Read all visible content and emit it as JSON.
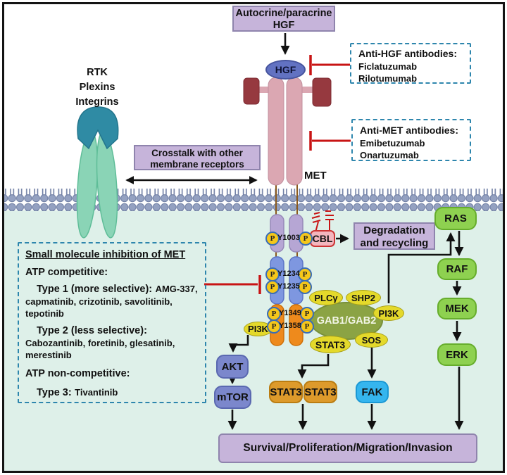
{
  "colors": {
    "cytoplasm_bg": "#def0e9",
    "membrane_lipid": "#94a1c1",
    "purple_box": "#c6b4da",
    "dashed_border_teal": "#2e86ad",
    "inhibition_red": "#c81414",
    "met_receptor_pink": "#dba7b2",
    "sema_domain_dark_red": "#96393f",
    "hgf_blue": "#6272c2",
    "juxtamembrane_lavender": "#b6a6d4",
    "kinase_blue": "#7e97e0",
    "docking_orange": "#ee8a1c",
    "phospho_yellow": "#f5c71a",
    "phospho_ring_blue": "#3a6db5",
    "adaptor_yellow": "#e4d92b",
    "gab_olive": "#8ba344",
    "akt_periwinkle": "#7b87cc",
    "stat3_orange": "#dd9a2b",
    "fak_cyan": "#35b5ee",
    "mapk_green": "#8ed150",
    "cbl_pink": "#f3b6be",
    "left_receptor_cap_teal": "#2f8ba4",
    "left_receptor_leg_green": "#8ad4b6"
  },
  "top_box": {
    "line1": "Autocrine/paracrine",
    "line2": "HGF"
  },
  "labels": {
    "hgf": "HGF",
    "met": "MET",
    "cbl": "CBL",
    "outcome": "Survival/Proliferation/Migration/Invasion"
  },
  "rtk": {
    "line1": "RTK",
    "line2": "Plexins",
    "line3": "Integrins"
  },
  "crosstalk": {
    "line1": "Crosstalk  with other",
    "line2": "membrane receptors"
  },
  "anti_hgf": {
    "title": "Anti-HGF antibodies:",
    "drug1": "Ficlatuzumab",
    "drug2": "Rilotumumab"
  },
  "anti_met": {
    "title": "Anti-MET antibodies:",
    "drug1": "Emibetuzumab",
    "drug2": "Onartuzumab"
  },
  "inhibitor": {
    "title": "Small molecule inhibition of MET",
    "class1": "ATP competitive:",
    "type1_label": "Type 1 (more selective):",
    "type1_drugs": "AMG-337, capmatinib, crizotinib, savolitinib, tepotinib",
    "type2_label": "Type 2 (less selective):",
    "type2_drugs": "Cabozantinib, foretinib, glesatinib, merestinib",
    "class2": "ATP non-competitive:",
    "type3_label": "Type 3:",
    "type3_drugs": "Tivantinib"
  },
  "degradation": {
    "line1": "Degradation",
    "line2": "and recycling"
  },
  "phospho": {
    "p": "P",
    "y1003": "Y1003",
    "y1234": "Y1234",
    "y1235": "Y1235",
    "y1349": "Y1349",
    "y1358": "Y1358"
  },
  "adaptors": {
    "plcg": "PLCγ",
    "shp2": "SHP2",
    "pi3k_membrane": "PI3K",
    "gab": "GAB1/GAB2",
    "sos": "SOS",
    "stat3": "STAT3",
    "pi3k_left": "PI3K"
  },
  "nodes": {
    "akt": "AKT",
    "mtor": "mTOR",
    "stat3_left": "STAT3",
    "stat3_right": "STAT3",
    "fak": "FAK",
    "ras": "RAS",
    "raf": "RAF",
    "mek": "MEK",
    "erk": "ERK"
  }
}
